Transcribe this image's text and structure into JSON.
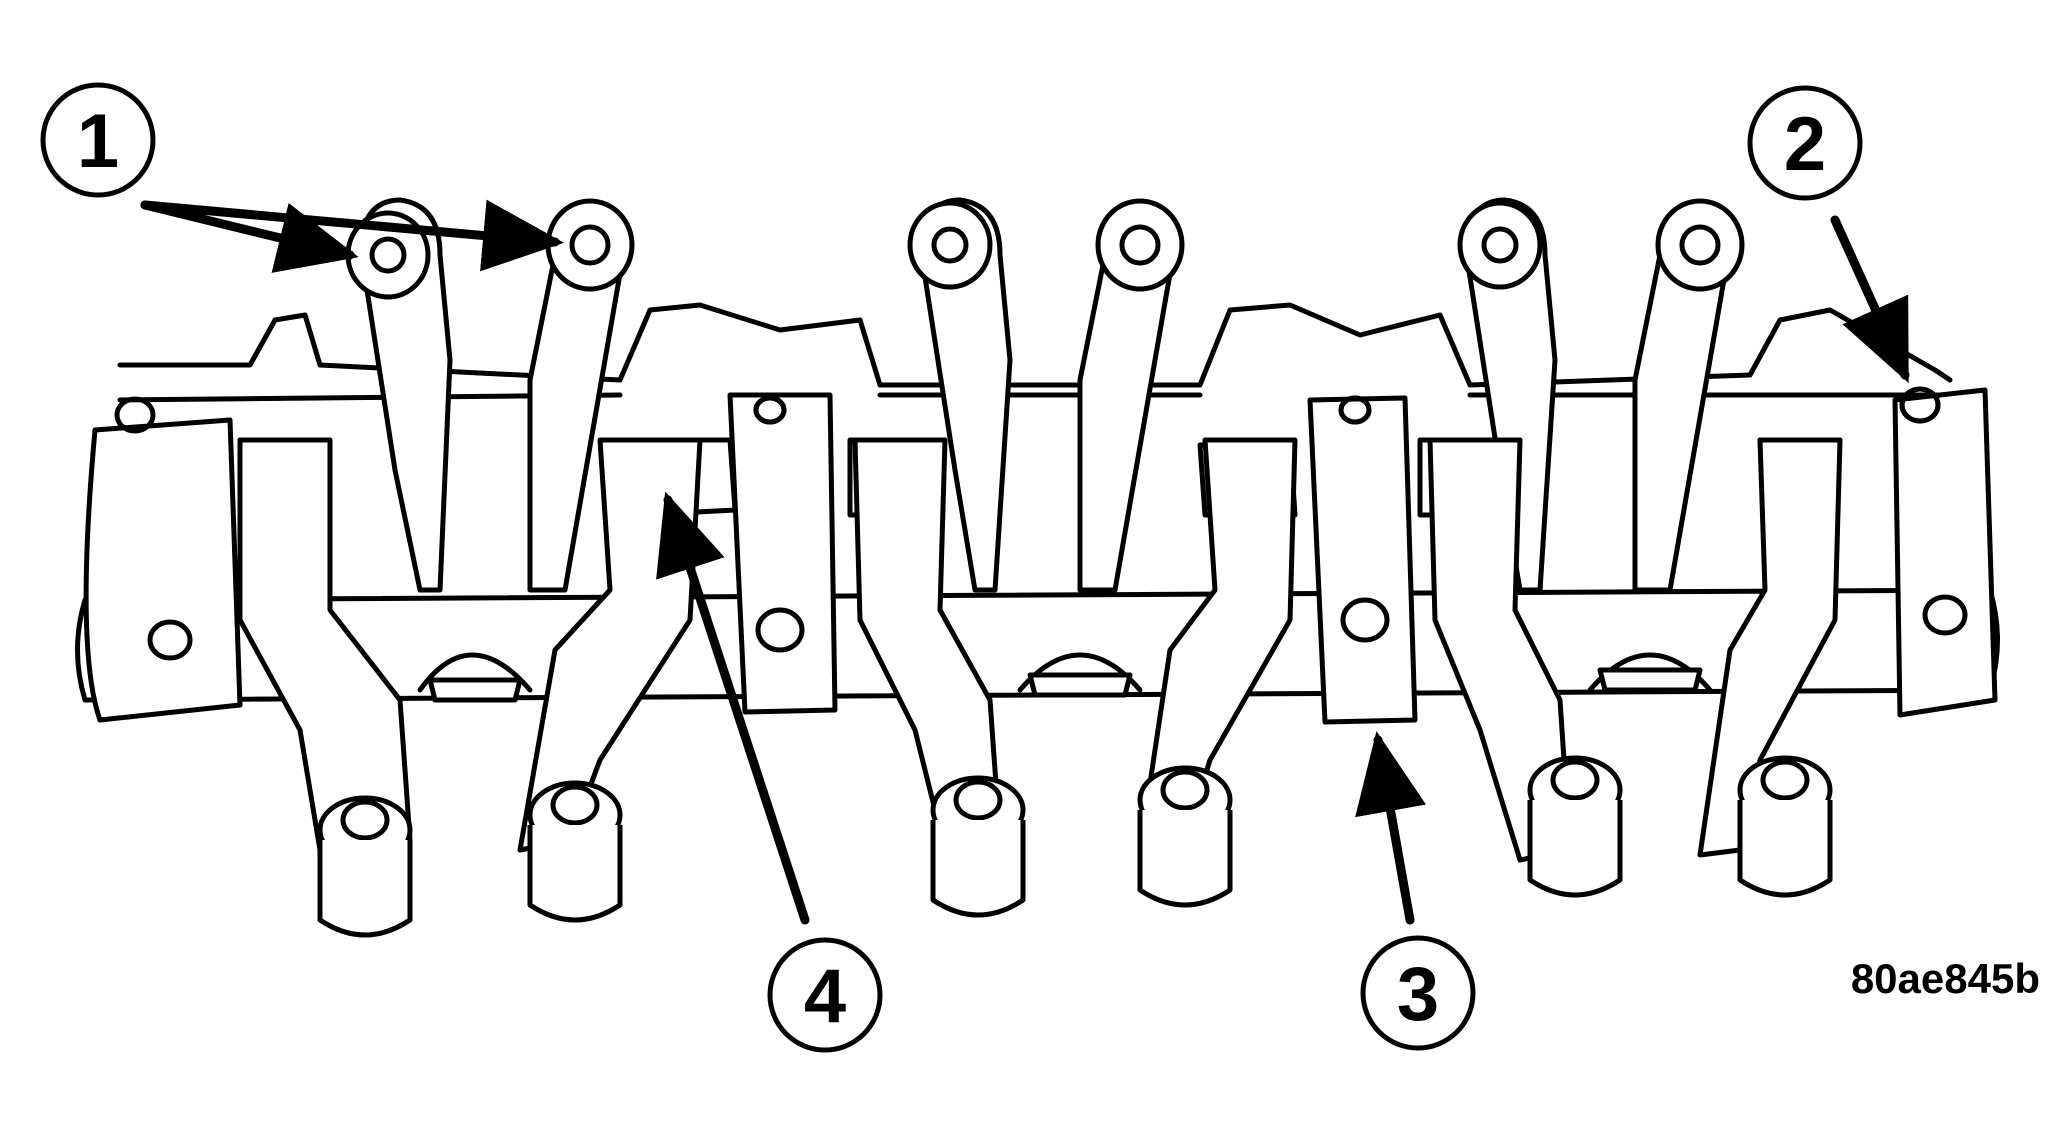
{
  "figure": {
    "id_label": "80ae845b",
    "callouts": [
      {
        "number": "1"
      },
      {
        "number": "2"
      },
      {
        "number": "3"
      },
      {
        "number": "4"
      }
    ]
  }
}
